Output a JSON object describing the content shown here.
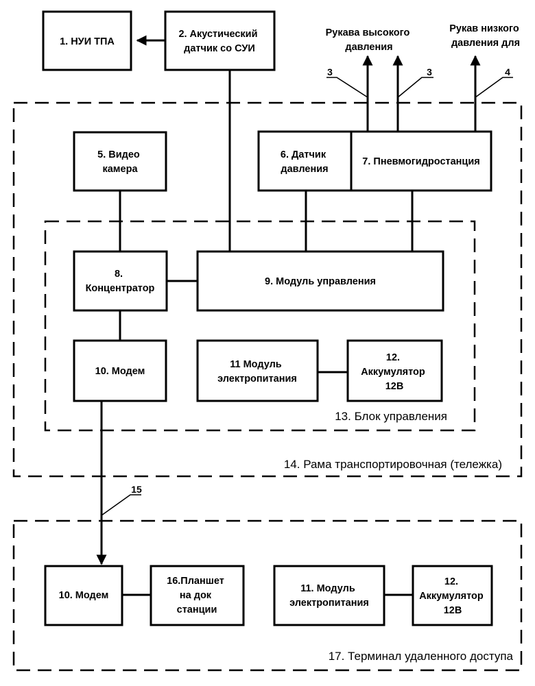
{
  "blocks": {
    "b1": {
      "lines": [
        "1. НУИ ТПА"
      ]
    },
    "b2": {
      "lines": [
        "2. Акустический",
        "датчик со СУИ"
      ]
    },
    "b5": {
      "lines": [
        "5. Видео",
        "камера"
      ]
    },
    "b6": {
      "lines": [
        "6. Датчик",
        "давления"
      ]
    },
    "b7": {
      "lines": [
        "7. Пневмогидростанция"
      ]
    },
    "b8": {
      "lines": [
        "8.",
        "Концентратор"
      ]
    },
    "b9": {
      "lines": [
        "9. Модуль управления"
      ]
    },
    "b10a": {
      "lines": [
        "10. Модем"
      ]
    },
    "b11a": {
      "lines": [
        "11 Модуль",
        "электропитания"
      ]
    },
    "b12a": {
      "lines": [
        "12.",
        "Аккумулятор",
        "12В"
      ]
    },
    "b10b": {
      "lines": [
        "10. Модем"
      ]
    },
    "b16": {
      "lines": [
        "16.Планшет",
        "на док",
        "станции"
      ]
    },
    "b11b": {
      "lines": [
        "11. Модуль",
        "электропитания"
      ]
    },
    "b12b": {
      "lines": [
        "12.",
        "Аккумулятор",
        "12В"
      ]
    }
  },
  "groups": {
    "g13": "13. Блок управления",
    "g14": "14. Рама транспортировочная (тележка)",
    "g17": "17. Терминал удаленного доступа"
  },
  "hoses": {
    "high": [
      "Рукава высокого",
      "давления"
    ],
    "low": [
      "Рукав низкого",
      "давления для"
    ]
  },
  "line_numbers": {
    "n3a": "3",
    "n3b": "3",
    "n4": "4",
    "n15": "15"
  }
}
